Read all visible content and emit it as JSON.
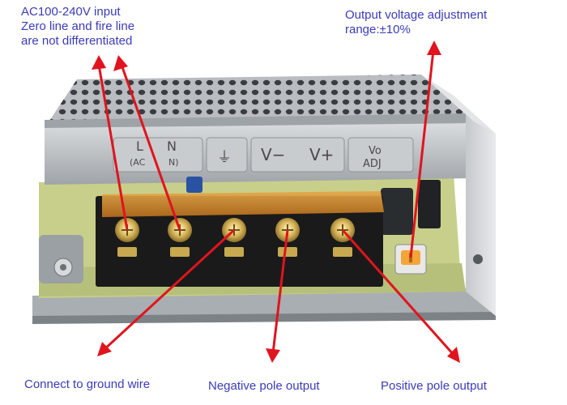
{
  "labels": {
    "input_line1": "AC100-240V input",
    "input_line2": "Zero line and fire line",
    "input_line3": "are not differentiated",
    "adjust_line1": "Output voltage adjustment",
    "adjust_line2": "range:±10%",
    "ground": "Connect to ground wire",
    "negative": "Negative pole output",
    "positive": "Positive pole output"
  },
  "terminal_markings": {
    "l": "L",
    "n": "N",
    "ac_left": "(AC",
    "ac_right": "N)",
    "ground_symbol": "⏚",
    "vminus": "V−",
    "vplus": "V+",
    "vo": "Vo",
    "adj": "ADJ"
  },
  "colors": {
    "label_text": "#3b3bb8",
    "arrow": "#e0141e",
    "terminal_block": "#1a1a1a",
    "terminal_cover": "#d4902e",
    "pcb": "#c8cf8a",
    "metal": "#b8bcc0"
  }
}
